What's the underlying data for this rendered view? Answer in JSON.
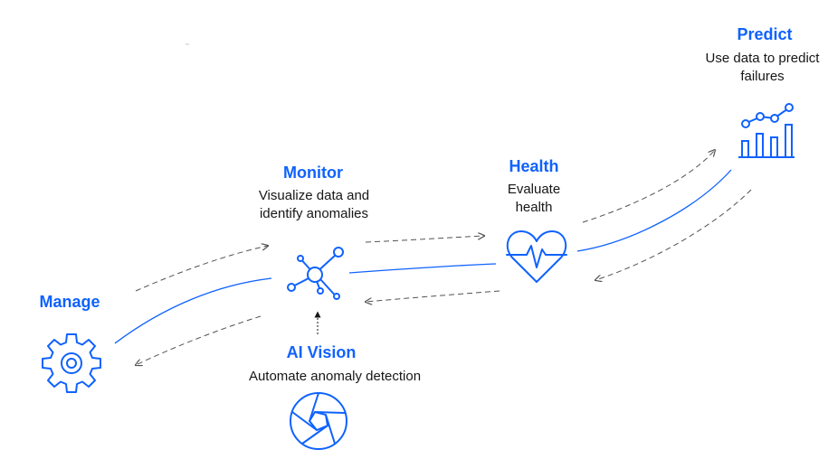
{
  "colors": {
    "accent": "#0f62fe",
    "text": "#161616",
    "dashed": "#525252"
  },
  "nodes": {
    "manage": {
      "title": "Manage",
      "icon": "gear-icon"
    },
    "monitor": {
      "title": "Monitor",
      "desc_line1": "Visualize data and",
      "desc_line2": "identify anomalies",
      "icon": "network-icon"
    },
    "ai_vision": {
      "title": "AI Vision",
      "desc": "Automate anomaly detection",
      "icon": "camera-aperture-icon"
    },
    "health": {
      "title": "Health",
      "desc_line1": "Evaluate",
      "desc_line2": "health",
      "icon": "heart-pulse-icon"
    },
    "predict": {
      "title": "Predict",
      "desc_line1": "Use data to predict",
      "desc_line2": "failures",
      "icon": "chart-trend-icon"
    }
  }
}
